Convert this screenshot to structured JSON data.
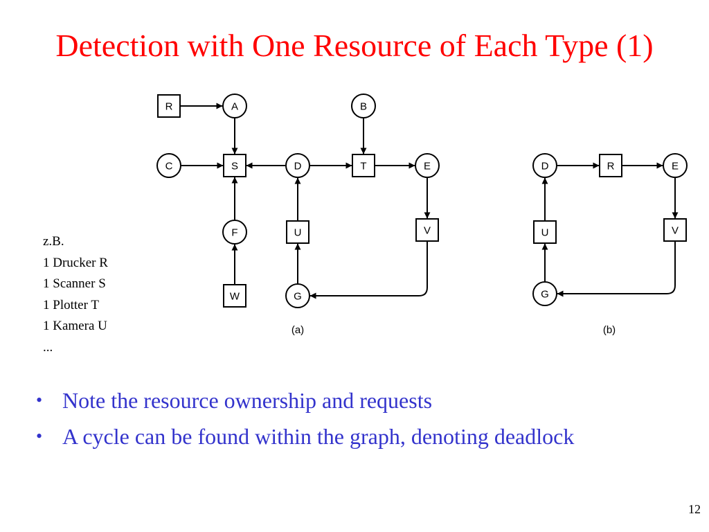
{
  "slide": {
    "title": "Detection with One Resource of Each Type (1)",
    "page_number": "12"
  },
  "legend": {
    "lines": [
      "z.B.",
      "1 Drucker R",
      "1 Scanner S",
      "1 Plotter T",
      "1 Kamera U",
      "..."
    ]
  },
  "diagram": {
    "colors": {
      "stroke": "#000000",
      "fill": "#ffffff"
    },
    "graph_a": {
      "caption": "(a)",
      "nodes": [
        {
          "id": "a_R",
          "label": "R",
          "kind": "resource"
        },
        {
          "id": "a_A",
          "label": "A",
          "kind": "process"
        },
        {
          "id": "a_B",
          "label": "B",
          "kind": "process"
        },
        {
          "id": "a_C",
          "label": "C",
          "kind": "process"
        },
        {
          "id": "a_S",
          "label": "S",
          "kind": "resource"
        },
        {
          "id": "a_D",
          "label": "D",
          "kind": "process"
        },
        {
          "id": "a_T",
          "label": "T",
          "kind": "resource"
        },
        {
          "id": "a_E",
          "label": "E",
          "kind": "process"
        },
        {
          "id": "a_F",
          "label": "F",
          "kind": "process"
        },
        {
          "id": "a_U",
          "label": "U",
          "kind": "resource"
        },
        {
          "id": "a_V",
          "label": "V",
          "kind": "resource"
        },
        {
          "id": "a_W",
          "label": "W",
          "kind": "resource"
        },
        {
          "id": "a_G",
          "label": "G",
          "kind": "process"
        }
      ],
      "edges": [
        {
          "from": "a_R",
          "to": "a_A"
        },
        {
          "from": "a_A",
          "to": "a_S"
        },
        {
          "from": "a_C",
          "to": "a_S"
        },
        {
          "from": "a_D",
          "to": "a_S"
        },
        {
          "from": "a_F",
          "to": "a_S"
        },
        {
          "from": "a_W",
          "to": "a_F"
        },
        {
          "from": "a_D",
          "to": "a_T"
        },
        {
          "from": "a_B",
          "to": "a_T"
        },
        {
          "from": "a_T",
          "to": "a_E"
        },
        {
          "from": "a_E",
          "to": "a_V"
        },
        {
          "from": "a_V",
          "to": "a_G"
        },
        {
          "from": "a_G",
          "to": "a_U"
        },
        {
          "from": "a_U",
          "to": "a_D"
        }
      ]
    },
    "graph_b": {
      "caption": "(b)",
      "nodes": [
        {
          "id": "b_D",
          "label": "D",
          "kind": "process"
        },
        {
          "id": "b_R",
          "label": "R",
          "kind": "resource"
        },
        {
          "id": "b_E",
          "label": "E",
          "kind": "process"
        },
        {
          "id": "b_U",
          "label": "U",
          "kind": "resource"
        },
        {
          "id": "b_V",
          "label": "V",
          "kind": "resource"
        },
        {
          "id": "b_G",
          "label": "G",
          "kind": "process"
        }
      ],
      "edges": [
        {
          "from": "b_D",
          "to": "b_R"
        },
        {
          "from": "b_R",
          "to": "b_E"
        },
        {
          "from": "b_E",
          "to": "b_V"
        },
        {
          "from": "b_V",
          "to": "b_G"
        },
        {
          "from": "b_G",
          "to": "b_U"
        },
        {
          "from": "b_U",
          "to": "b_D"
        }
      ]
    }
  },
  "bullets": {
    "marker": "•",
    "items": [
      "Note the resource ownership and requests",
      "A cycle can be found within the graph, denoting deadlock"
    ]
  }
}
